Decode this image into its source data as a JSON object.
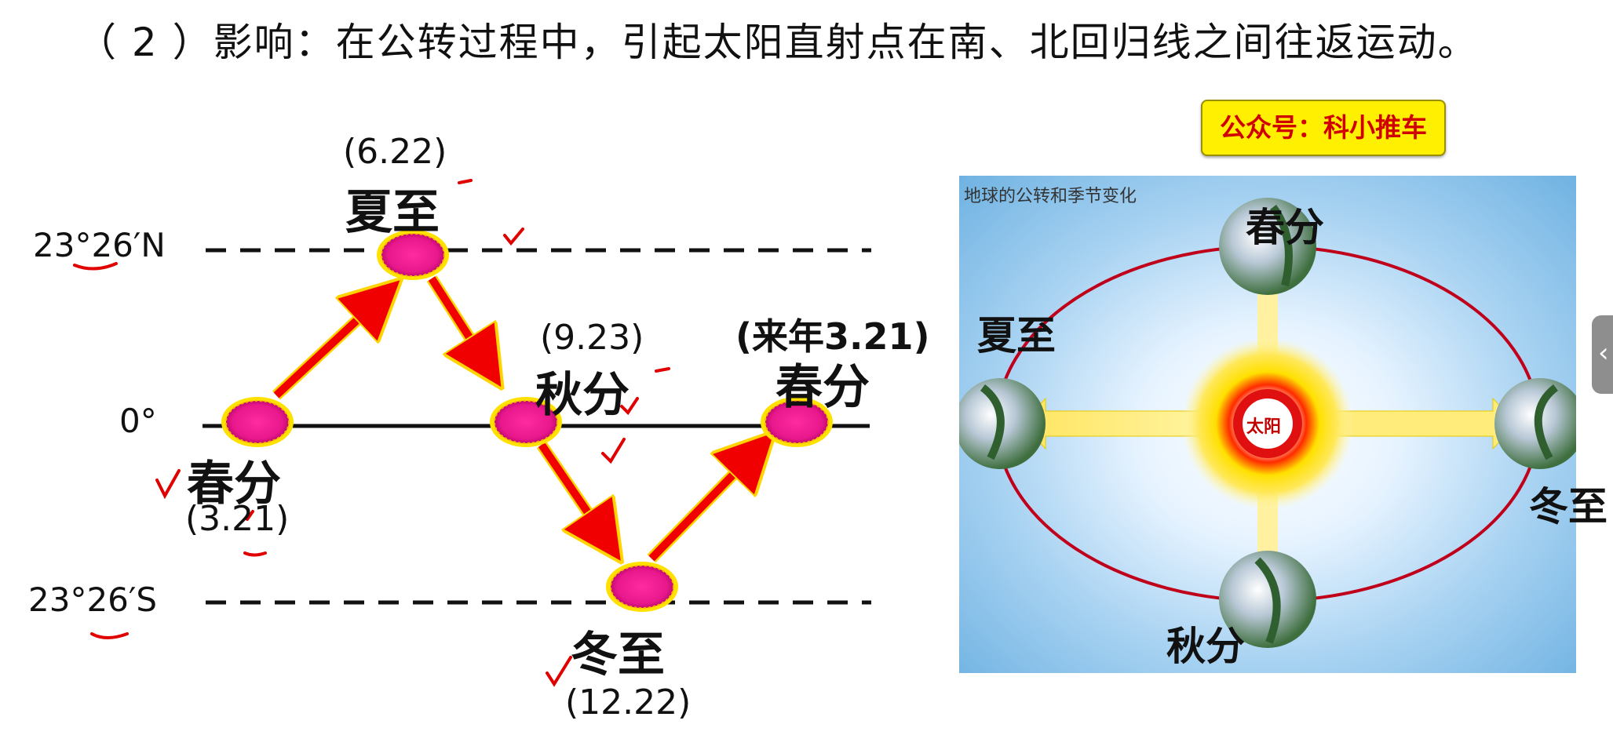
{
  "heading": "（ 2 ）影响：在公转过程中，引起太阳直射点在南、北回归线之间往返运动。",
  "diagram": {
    "latitudes": {
      "north": "23°26′N",
      "equator": "0°",
      "south": "23°26′S"
    },
    "points": {
      "spring": {
        "term": "春分",
        "date": "(3.21)"
      },
      "summer": {
        "term": "夏至",
        "date": "(6.22)"
      },
      "autumn": {
        "term": "秋分",
        "date": "(9.23)"
      },
      "winter": {
        "term": "冬至",
        "date": "(12.22)"
      },
      "next_spring": {
        "term": "春分",
        "date": "(来年3.21)"
      }
    }
  },
  "watermark": "公众号：科小推车",
  "photo": {
    "title": "地球的公转和季节变化",
    "sun_label": "太阳",
    "labels": {
      "top": "春分",
      "left": "夏至",
      "right": "冬至",
      "bottom": "秋分"
    }
  },
  "colors": {
    "arrow": "#f00000",
    "sun_fill": "#e8188c",
    "sun_glow": "#ffe100",
    "tick_mark": "#e00000",
    "orbit": "#c0001a",
    "watermark_bg": "#ffef00",
    "watermark_text": "#d00000"
  },
  "icons": {
    "edge_tab": "chevron-left-icon"
  }
}
